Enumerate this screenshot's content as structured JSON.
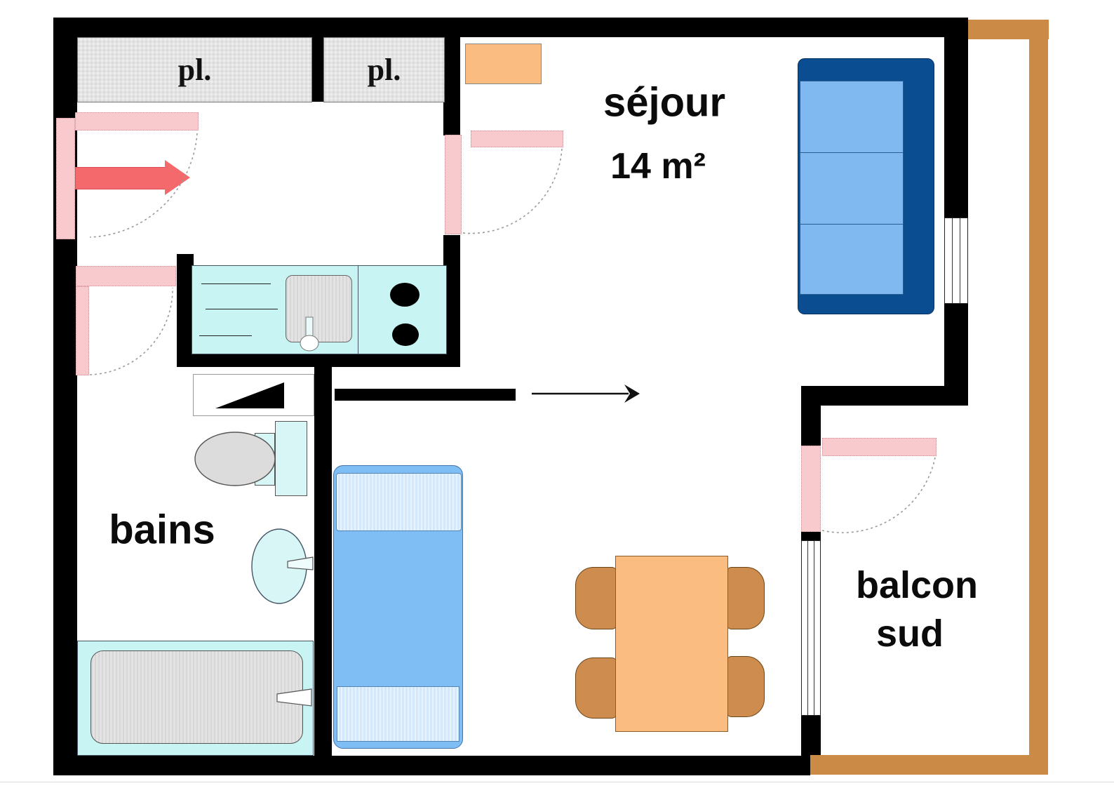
{
  "title": "apartment floor plan with south balcony",
  "labels": {
    "closet1": "pl.",
    "closet2": "pl.",
    "living_room": "séjour",
    "living_room_area": "14 m²",
    "bathroom": "bains",
    "balcony_line1": "balcon",
    "balcony_line2": "sud"
  },
  "rooms": {
    "living_room": {
      "name": "séjour",
      "area": "14 m²"
    },
    "bathroom": {
      "name": "bains"
    },
    "balcony": {
      "name": "balcon sud"
    },
    "closets": [
      "pl.",
      "pl."
    ]
  },
  "colors": {
    "wall": "#000000",
    "door_pink": "#f8c9cd",
    "entry_arrow": "#f4696c",
    "balcony_rail": "#cb8a45",
    "counter_cyan": "#c9f4f4",
    "fixture_cyan": "#d8f6f6",
    "fixture_gray": "#dcdcdc",
    "sofa_frame": "#0b4d91",
    "sofa_cushion": "#7fb9f0",
    "bed_frame": "#7ebef5",
    "bed_linen": "#d3e9fb",
    "table_orange": "#fabd7f",
    "chair_brown": "#ce8c4f",
    "sideboard_orange": "#fabd7f"
  }
}
